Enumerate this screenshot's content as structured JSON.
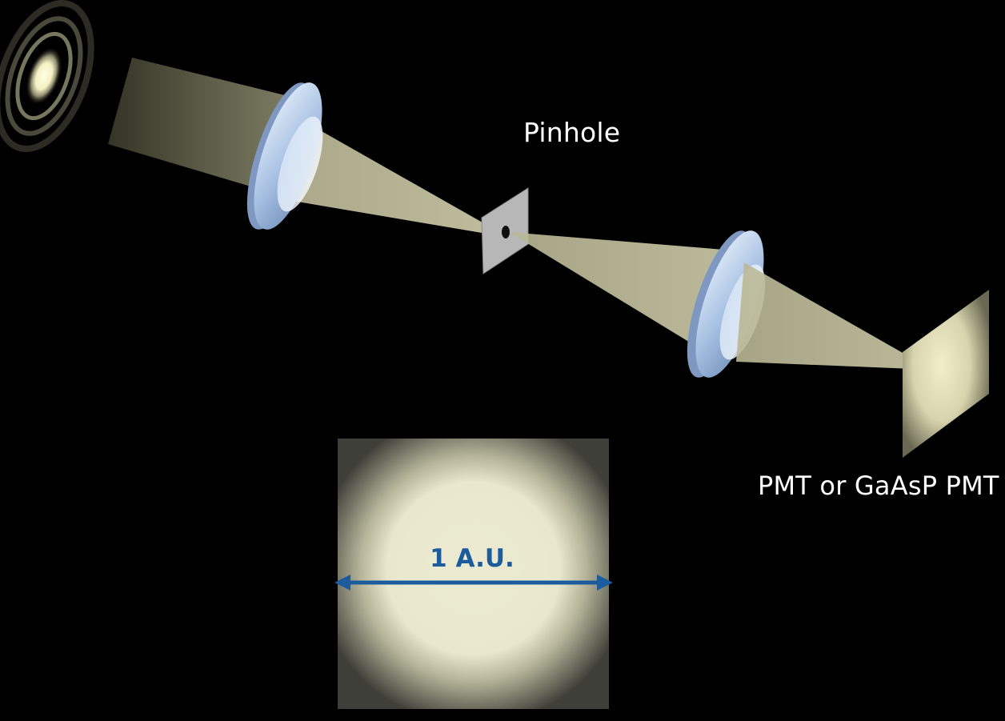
{
  "labels": {
    "pinhole": "Pinhole",
    "detector": "PMT or GaAsP PMT",
    "airy_unit": "1 A.U."
  },
  "colors": {
    "background": "#000000",
    "beam": "#c9c7a4",
    "lens_glass": "#bcd2ec",
    "pinhole_plate": "#b8b8b8",
    "spot_light": "#ecebd2",
    "arrow": "#1c5c9c",
    "text": "#ffffff"
  }
}
